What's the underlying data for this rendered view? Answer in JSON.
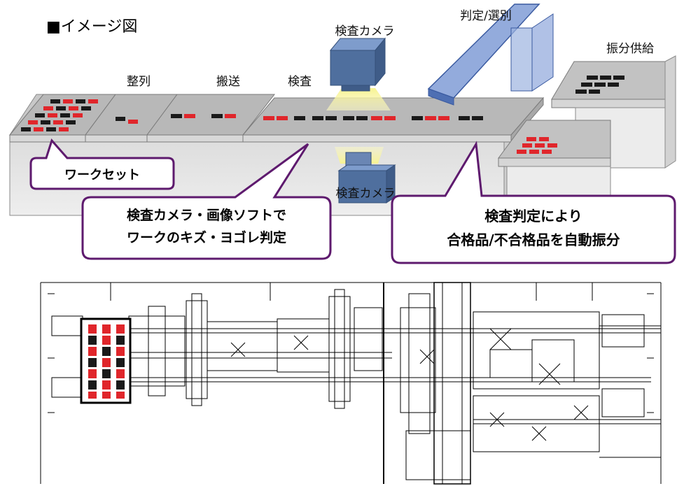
{
  "title": "■イメージ図",
  "stations": {
    "seiretsu": "整列",
    "hansou": "搬送",
    "kensa": "検査",
    "camera_top": "検査カメラ",
    "camera_bottom": "検査カメラ",
    "hantei": "判定/選別",
    "furiwake": "振分供給"
  },
  "callouts": {
    "work_set": "ワークセット",
    "camera_line1": "検査カメラ・画像ソフトで",
    "camera_line2": "ワークのキズ・ヨゴレ判定",
    "judge_line1": "検査判定により",
    "judge_line2": "合格品/不合格品を自動振分"
  },
  "colors": {
    "work_red": "#e0262b",
    "work_black": "#1a1a1a",
    "callout_border": "#5e1a6e",
    "camera_blue": "#4f6f9e",
    "chute_blue": "#6f8fd0",
    "light_yellow": "#f5f08a"
  }
}
